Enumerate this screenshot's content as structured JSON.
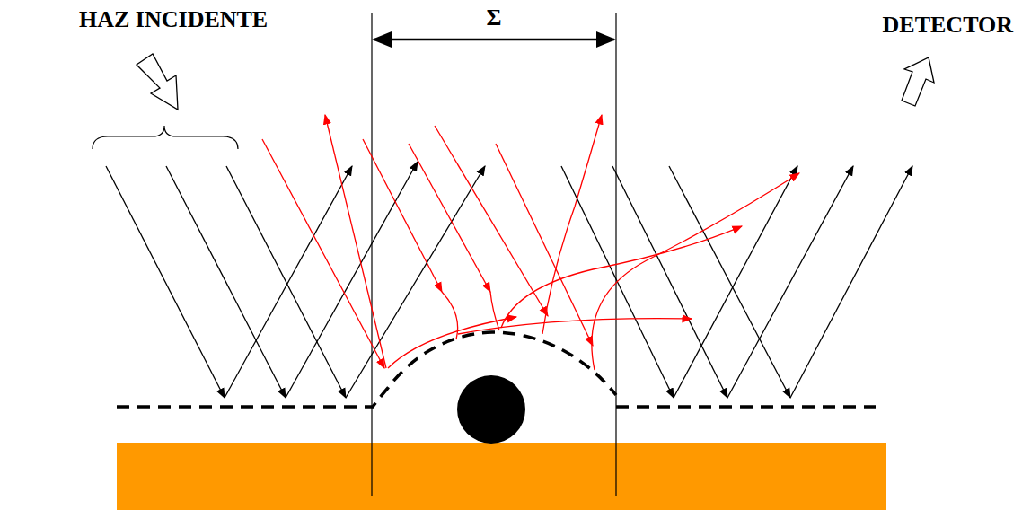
{
  "diagram": {
    "labels": [
      "HAZ INCIDENTE",
      "Σ",
      "DETECTOR"
    ]
  }
}
